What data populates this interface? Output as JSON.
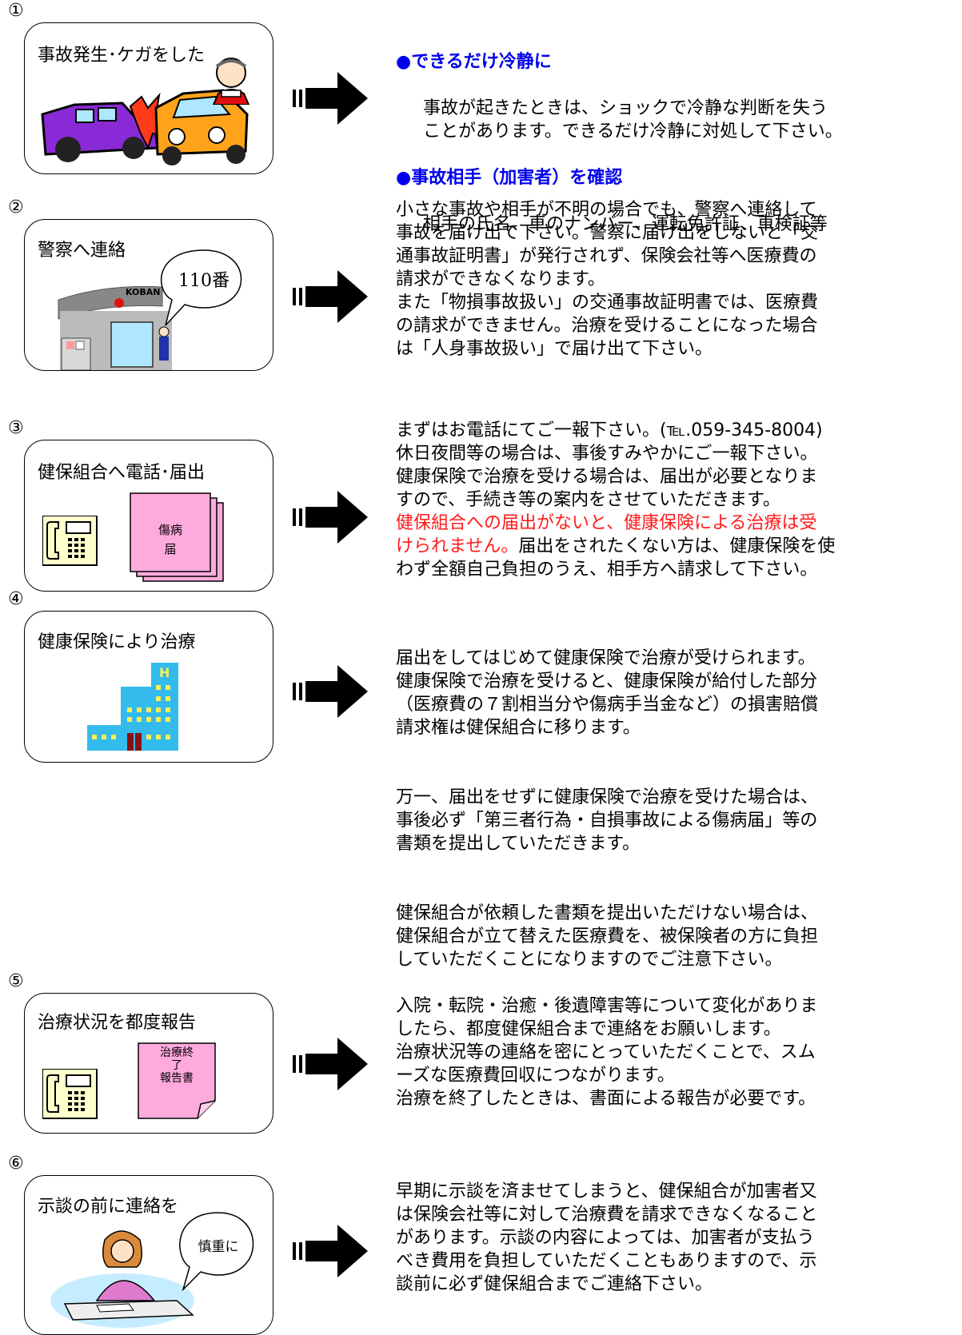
{
  "steps": [
    {
      "num": "①",
      "title": "事故発生･ケガをした",
      "items": [
        {
          "head": "●できるだけ冷静に",
          "body": "事故が起きたときは、ショックで冷静な判断を失う\nことがあります。できるだけ冷静に対処して下さい。"
        },
        {
          "head": "●事故相手（加害者）を確認",
          "body": "相手の氏名、車のナンバー、運転免許証、車検証等"
        }
      ]
    },
    {
      "num": "②",
      "title": "警察へ連絡",
      "bubble": "110番",
      "koban": "KOBAN",
      "text": "小さな事故や相手が不明の場合でも、警察へ連絡して\n事故を届け出て下さい。警察に届け出をしないと「交\n通事故証明書」が発行されず、保険会社等へ医療費の\n請求ができなくなります。\nまた「物損事故扱い」の交通事故証明書では、医療費\nの請求ができません。治療を受けることになった場合\nは「人身事故扱い」で届け出て下さい。"
    },
    {
      "num": "③",
      "title": "健保組合へ電話･届出",
      "doc_label": "傷病\n届",
      "text_a": "まずはお電話にてご一報下さい。(℡.059-345-8004)\n休日夜間等の場合は、事後すみやかにご一報下さい。\n健康保険で治療を受ける場合は、届出が必要となりま\nすので、手続き等の案内をさせていただきます。",
      "text_red": "健保組合への届出がないと、健康保険による治療は受\nけられません。",
      "text_b": "届出をされたくない方は、健康保険を使\nわず全額自己負担のうえ、相手方へ請求して下さい。"
    },
    {
      "num": "④",
      "title": "健康保険により治療",
      "hospital_sign": "H",
      "p1": "届出をしてはじめて健康保険で治療が受けられます。\n健康保険で治療を受けると、健康保険が給付した部分\n（医療費の７割相当分や傷病手当金など）の損害賠償\n請求権は健保組合に移ります。",
      "p2": "万一、届出をせずに健康保険で治療を受けた場合は、\n事後必ず「第三者行為・自損事故による傷病届」等の\n書類を提出していただきます。",
      "p3": "健保組合が依頼した書類を提出いただけない場合は、\n健保組合が立て替えた医療費を、被保険者の方に負担\nしていただくことになりますのでご注意下さい。"
    },
    {
      "num": "⑤",
      "title": "治療状況を都度報告",
      "doc_label": "治療終\n了\n報告書",
      "text": "入院・転院・治癒・後遺障害等について変化がありま\nしたら、都度健保組合まで連絡をお願いします。\n治療状況等の連絡を密にとっていただくことで、スム\nーズな医療費回収につながります。\n治療を終了したときは、書面による報告が必要です。"
    },
    {
      "num": "⑥",
      "title": "示談の前に連絡を",
      "bubble": "慎重に",
      "text": "早期に示談を済ませてしまうと、健保組合が加害者又\nは保険会社等に対して治療費を請求できなくなること\nがあります。示談の内容によっては、加害者が支払う\nべき費用を負担していただくこともありますので、示\n談前に必ず健保組合までご連絡下さい。"
    }
  ],
  "colors": {
    "bullet": "#0000ee",
    "warning": "#ff1a1a",
    "doc_pink": "#ffaadd",
    "phone": "#ffffcc",
    "building": "#33bbee"
  }
}
